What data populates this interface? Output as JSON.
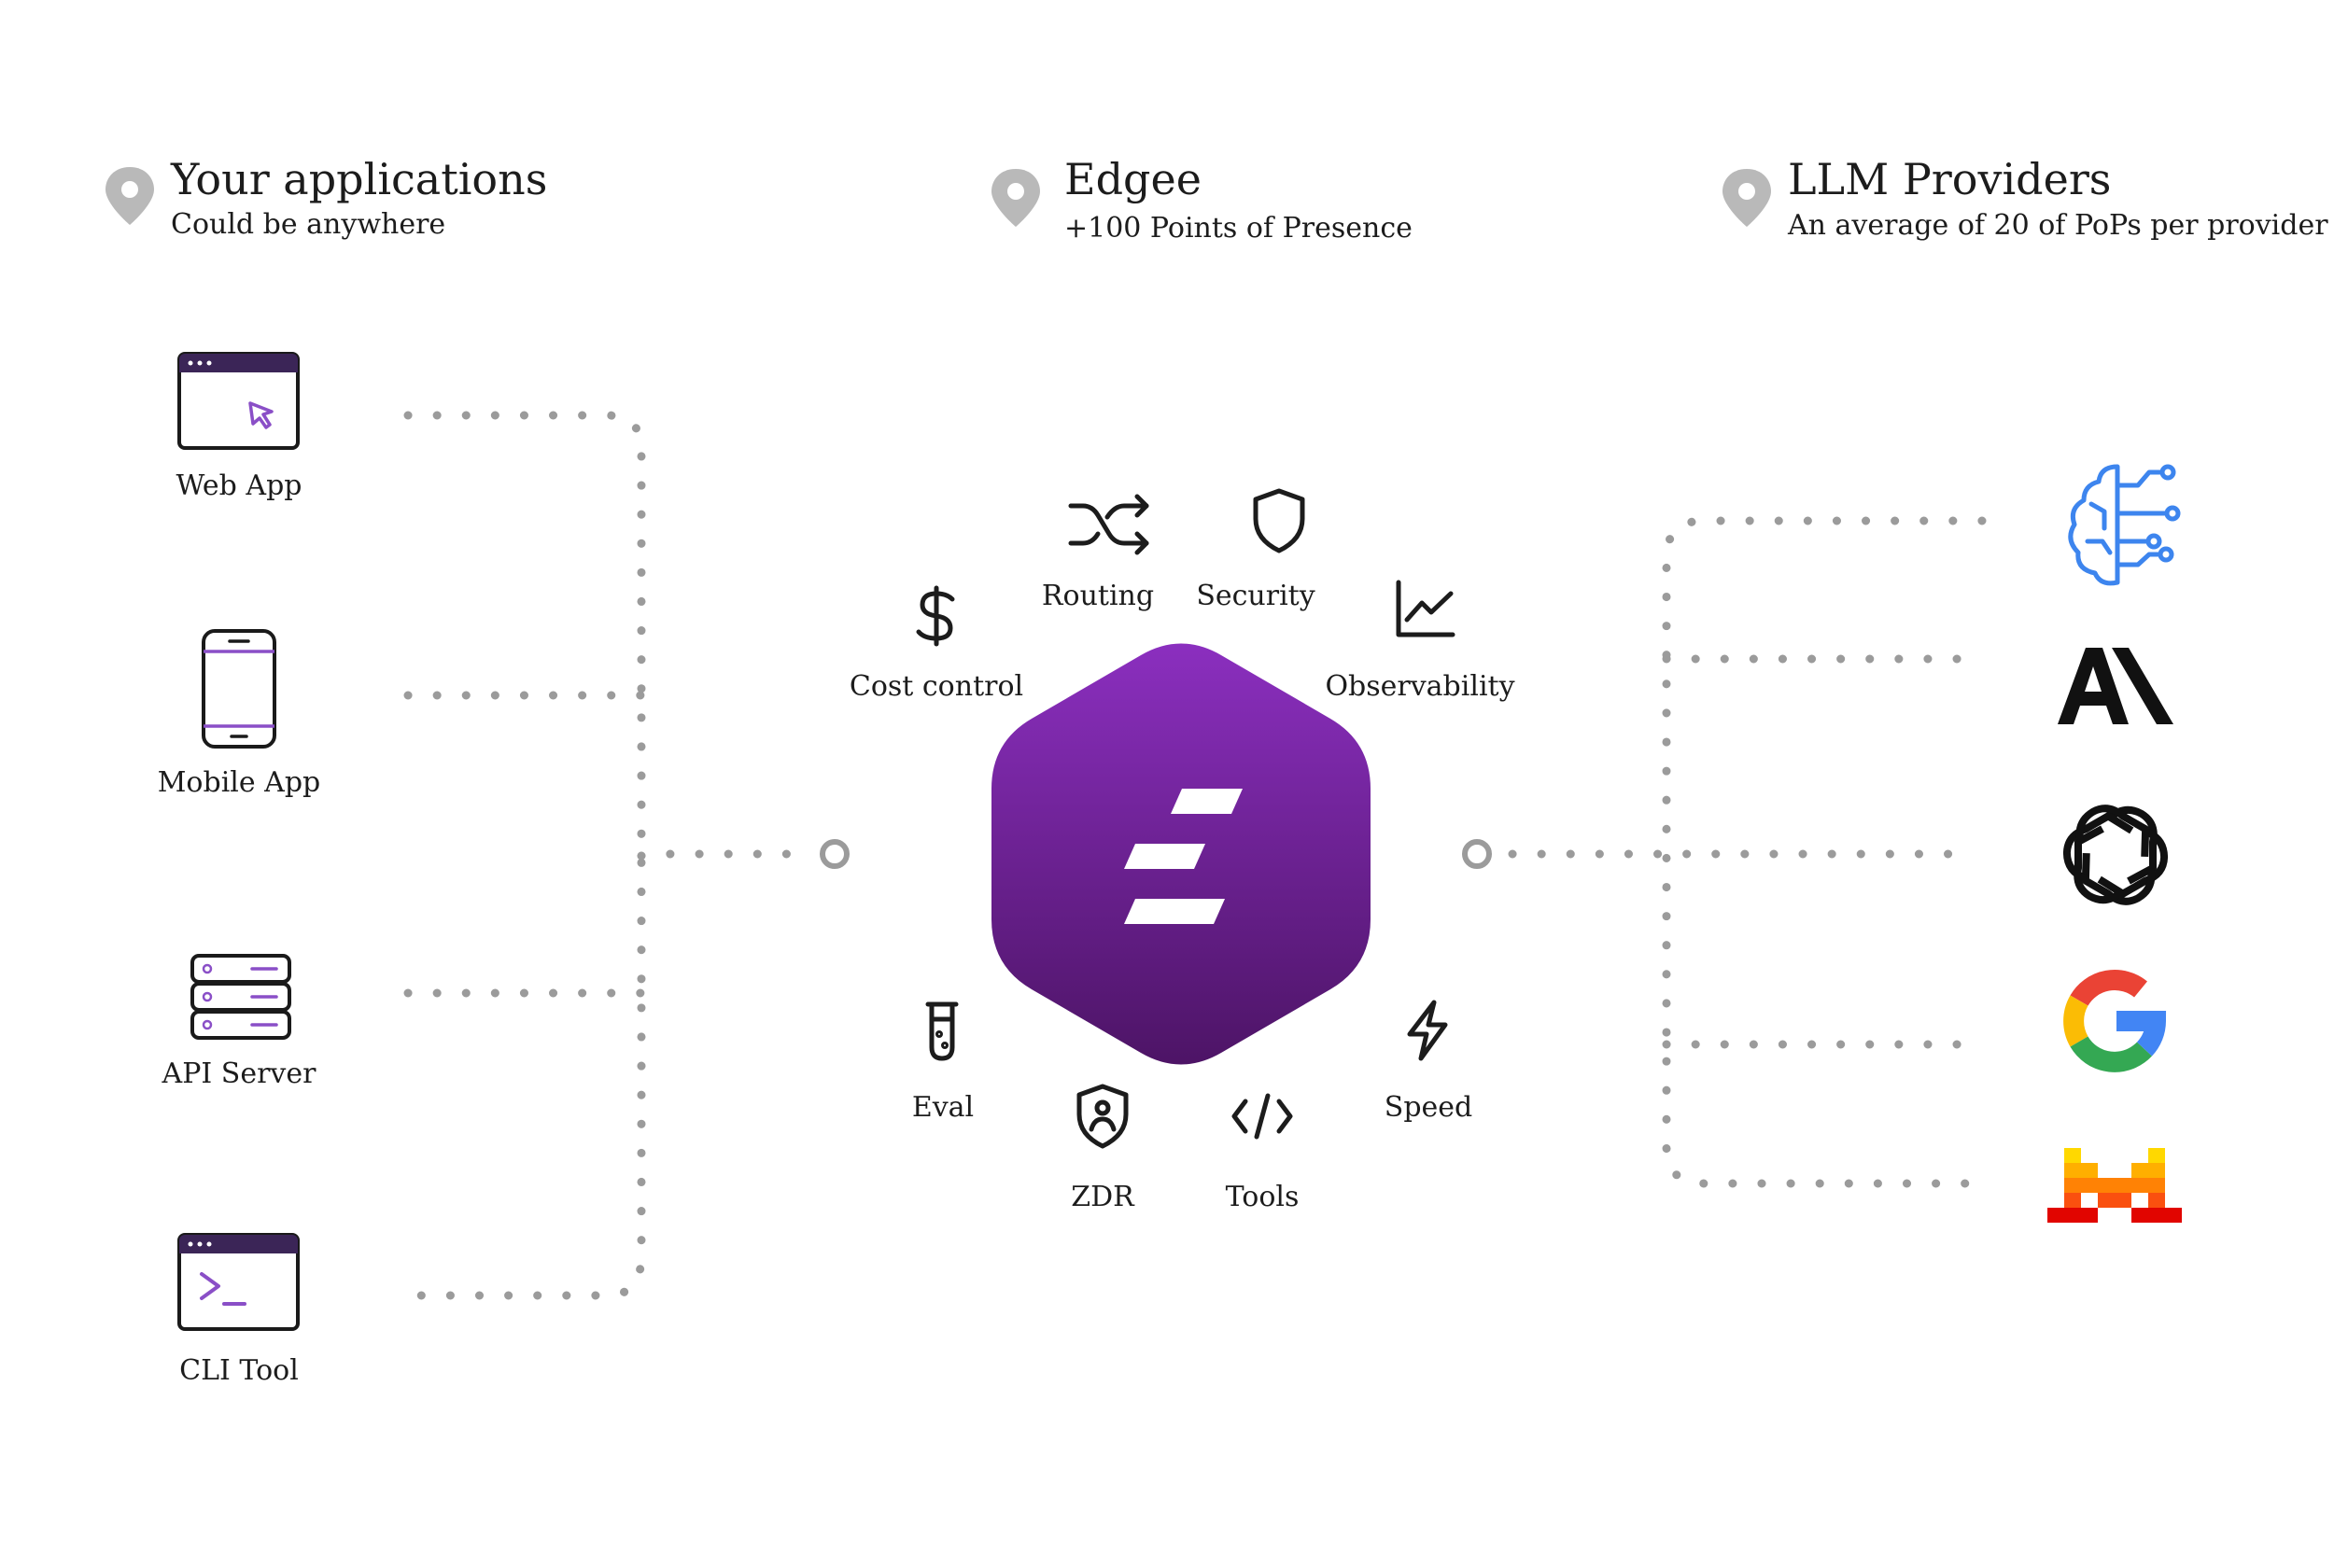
{
  "columns": {
    "apps": {
      "title": "Your applications",
      "subtitle": "Could be anywhere"
    },
    "edgee": {
      "title": "Edgee",
      "subtitle": "+100 Points of Presence"
    },
    "providers": {
      "title": "LLM Providers",
      "subtitle": "An average of 20 of PoPs per provider"
    }
  },
  "apps": [
    {
      "label": "Web App",
      "icon": "web-app-icon"
    },
    {
      "label": "Mobile App",
      "icon": "mobile-app-icon"
    },
    {
      "label": "API Server",
      "icon": "api-server-icon"
    },
    {
      "label": "CLI Tool",
      "icon": "cli-tool-icon"
    }
  ],
  "features": [
    {
      "label": "Routing",
      "icon": "shuffle-icon"
    },
    {
      "label": "Security",
      "icon": "shield-icon"
    },
    {
      "label": "Cost control",
      "icon": "dollar-icon"
    },
    {
      "label": "Observability",
      "icon": "chart-line-icon"
    },
    {
      "label": "Eval",
      "icon": "test-tube-icon"
    },
    {
      "label": "Speed",
      "icon": "lightning-icon"
    },
    {
      "label": "ZDR",
      "icon": "shield-user-icon"
    },
    {
      "label": "Tools",
      "icon": "code-icon"
    }
  ],
  "providers": [
    {
      "icon": "brain-circuit-logo"
    },
    {
      "icon": "anthropic-logo"
    },
    {
      "icon": "openai-logo"
    },
    {
      "icon": "google-logo"
    },
    {
      "icon": "mistral-logo"
    }
  ],
  "colors": {
    "brand_purple_top": "#8b2fbf",
    "brand_purple_bottom": "#4d1466",
    "connector_gray": "#9b9b9b",
    "pin_gray": "#b9b9b9"
  }
}
